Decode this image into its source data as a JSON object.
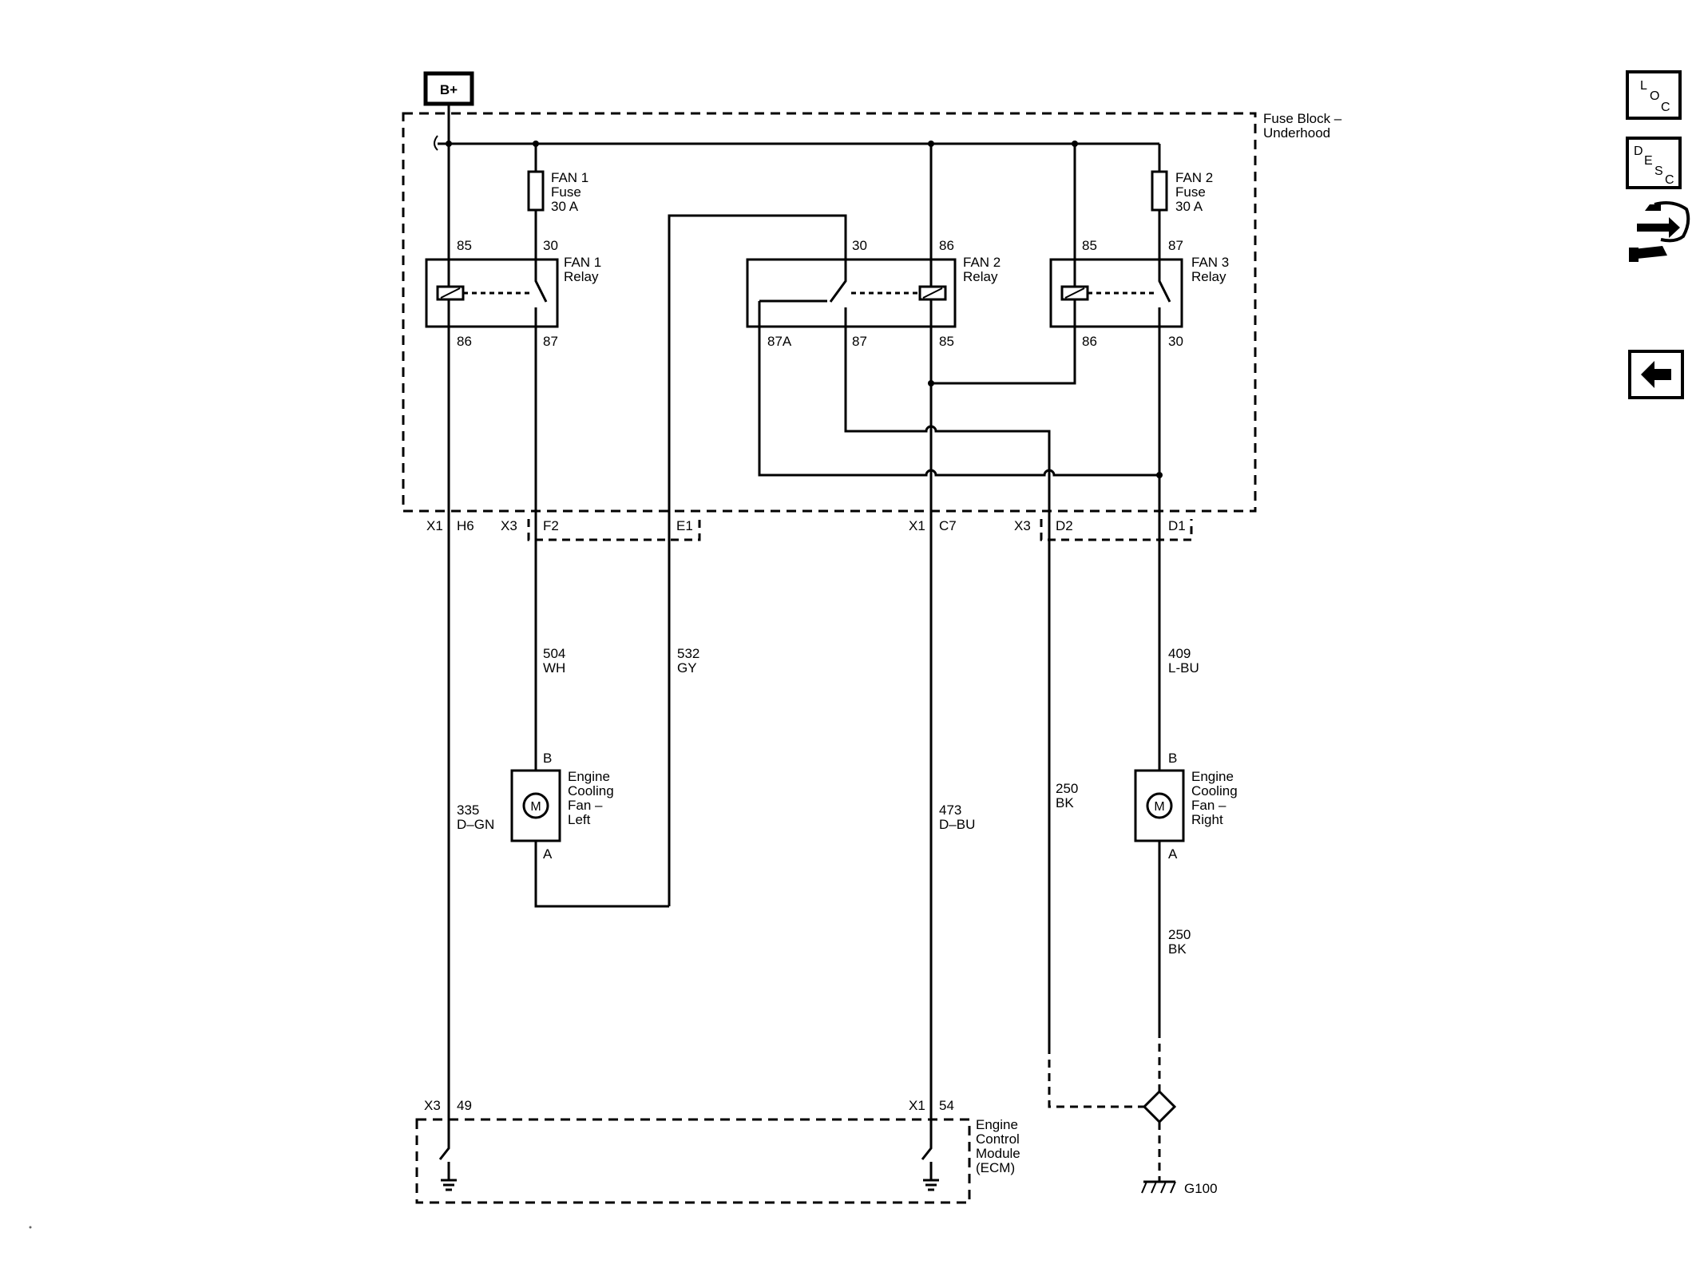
{
  "power": {
    "label": "B+"
  },
  "fuse_block": {
    "label_line1": "Fuse Block –",
    "label_line2": "Underhood"
  },
  "fan1_fuse": {
    "line1": "FAN 1",
    "line2": "Fuse",
    "line3": "30 A"
  },
  "fan2_fuse": {
    "line1": "FAN 2",
    "line2": "Fuse",
    "line3": "30 A"
  },
  "fan1_relay": {
    "name1": "FAN 1",
    "name2": "Relay",
    "p85": "85",
    "p30": "30",
    "p86": "86",
    "p87": "87"
  },
  "fan2_relay": {
    "name1": "FAN 2",
    "name2": "Relay",
    "p30": "30",
    "p86": "86",
    "p87a": "87A",
    "p87": "87",
    "p85": "85"
  },
  "fan3_relay": {
    "name1": "FAN 3",
    "name2": "Relay",
    "p85": "85",
    "p87": "87",
    "p86": "86",
    "p30": "30"
  },
  "connectors": {
    "x1_a": "X1",
    "h6": "H6",
    "x3_a": "X3",
    "f2": "F2",
    "e1": "E1",
    "x1_b": "X1",
    "c7": "C7",
    "x3_b": "X3",
    "d2": "D2",
    "d1": "D1"
  },
  "wires": {
    "w504": {
      "num": "504",
      "color": "WH"
    },
    "w532": {
      "num": "532",
      "color": "GY"
    },
    "w409": {
      "num": "409",
      "color": "L-BU"
    },
    "w335": {
      "num": "335",
      "color": "D–GN"
    },
    "w473": {
      "num": "473",
      "color": "D–BU"
    },
    "w250a": {
      "num": "250",
      "color": "BK"
    },
    "w250b": {
      "num": "250",
      "color": "BK"
    }
  },
  "fan_left": {
    "b": "B",
    "a": "A",
    "m": "M",
    "line1": "Engine",
    "line2": "Cooling",
    "line3": "Fan –",
    "line4": "Left"
  },
  "fan_right": {
    "b": "B",
    "a": "A",
    "m": "M",
    "line1": "Engine",
    "line2": "Cooling",
    "line3": "Fan –",
    "line4": "Right"
  },
  "ecm": {
    "x3": "X3",
    "p49": "49",
    "x1": "X1",
    "p54": "54",
    "line1": "Engine",
    "line2": "Control",
    "line3": "Module",
    "line4": "(ECM)"
  },
  "ground": {
    "label": "G100"
  },
  "nav": {
    "loc": {
      "l": "L",
      "o": "O",
      "c": "C"
    },
    "desc": {
      "d": "D",
      "e": "E",
      "s": "S",
      "c": "C"
    },
    "connector_icon": "connector-wrench-icon",
    "back_icon": "left-arrow-icon"
  }
}
